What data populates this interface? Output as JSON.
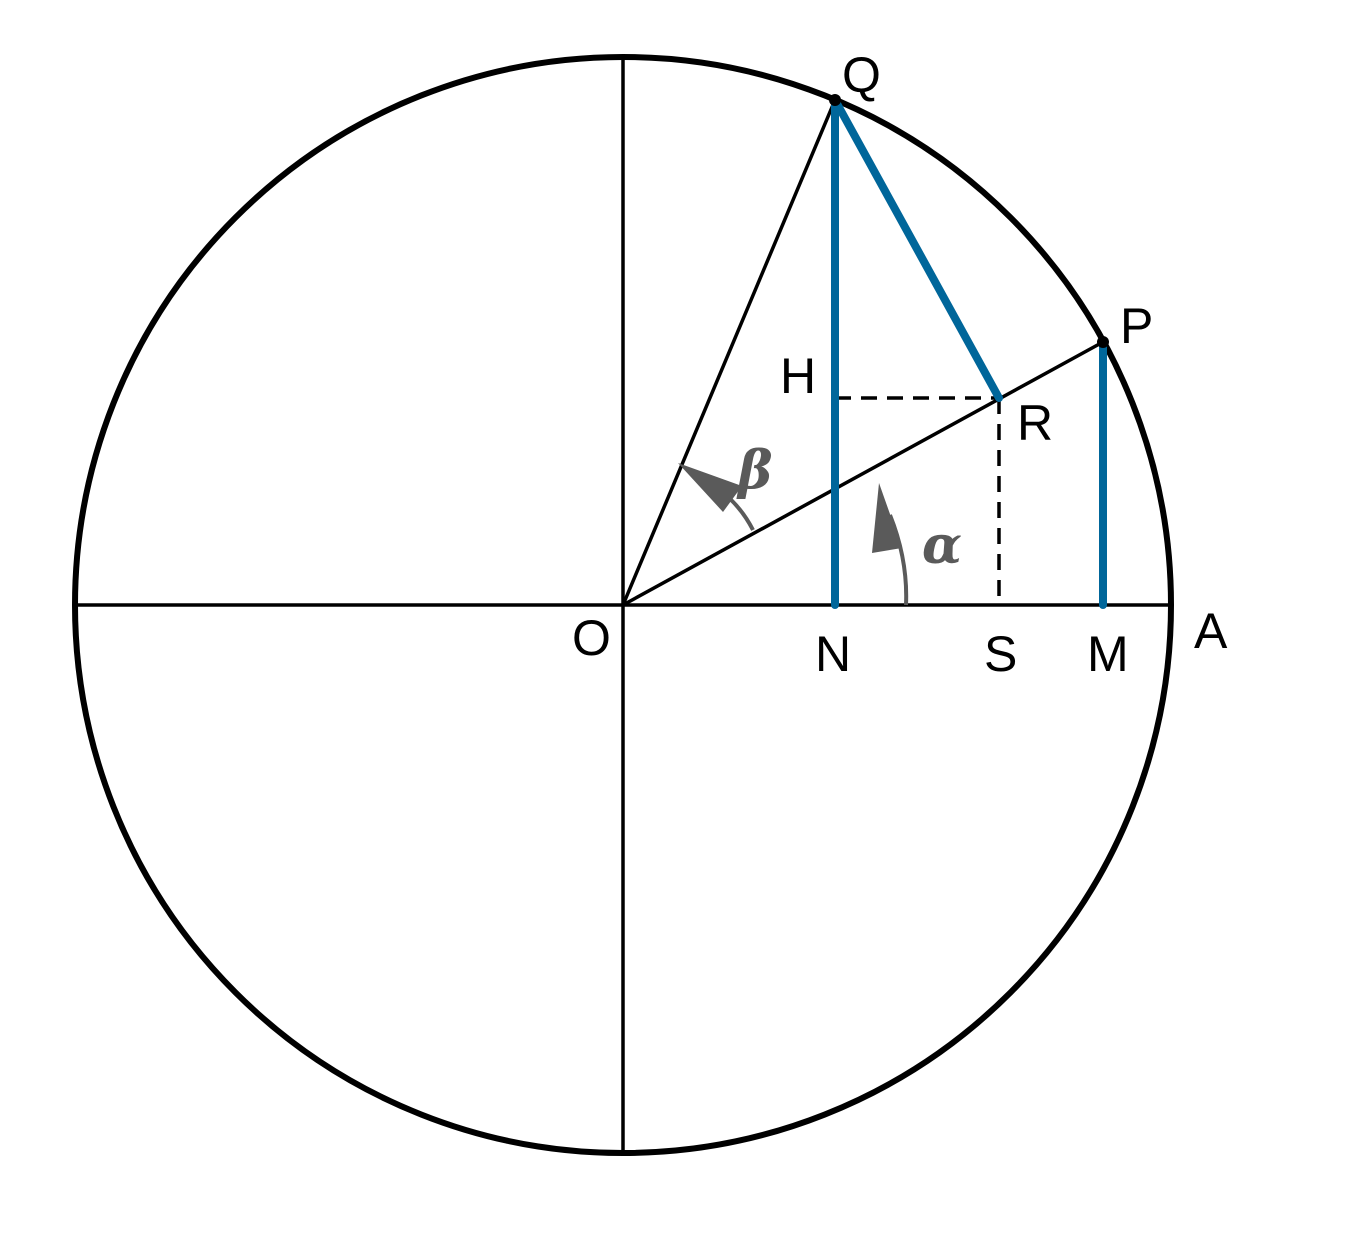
{
  "diagram": {
    "points": {
      "Q": "Q",
      "P": "P",
      "H": "H",
      "R": "R",
      "O": "O",
      "N": "N",
      "S": "S",
      "M": "M",
      "A": "A"
    },
    "angles": {
      "beta": "β",
      "alpha": "α"
    },
    "colors": {
      "highlight": "#00669a",
      "stroke": "#000000",
      "angle_arrow": "#5a5a5a"
    }
  }
}
